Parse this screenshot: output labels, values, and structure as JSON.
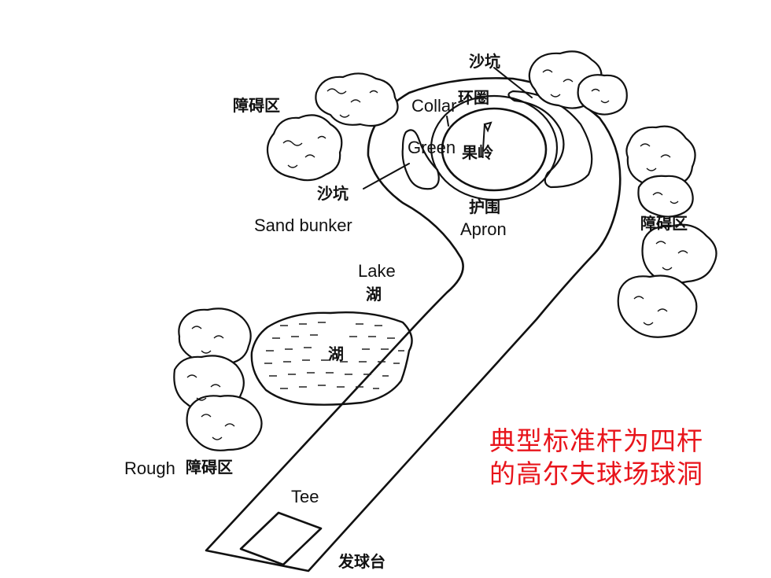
{
  "labels": {
    "sand_cn_top": "沙坑",
    "hazard_cn_left_top": "障碍区",
    "collar_en": "Collar",
    "collar_cn": "环圈",
    "green_en": "Green",
    "green_cn": "果岭",
    "sand_cn_left": "沙坑",
    "sand_en": "Sand bunker",
    "apron_cn": "护围",
    "apron_en": "Apron",
    "hazard_cn_right": "障碍区",
    "lake_en": "Lake",
    "lake_cn": "湖",
    "lake_cn_inner": "湖",
    "rough_en": "Rough",
    "rough_cn": "障碍区",
    "tee_en": "Tee",
    "tee_cn": "发球台"
  },
  "caption": {
    "line1": "典型标准杆为四杆",
    "line2": "的高尔夫球场球洞",
    "color": "#e8141b"
  },
  "colors": {
    "ink": "#111111"
  }
}
